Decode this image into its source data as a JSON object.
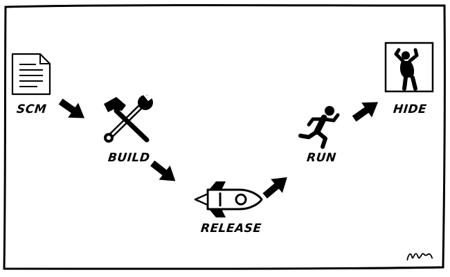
{
  "diagram": {
    "stages": [
      {
        "id": "scm",
        "label": "SCM",
        "icon": "document-icon"
      },
      {
        "id": "build",
        "label": "BUILD",
        "icon": "tools-icon"
      },
      {
        "id": "release",
        "label": "RELEASE",
        "icon": "rocket-icon"
      },
      {
        "id": "run",
        "label": "RUN",
        "icon": "runner-icon"
      },
      {
        "id": "hide",
        "label": "HIDE",
        "icon": "hide-person-icon"
      }
    ],
    "arrows": [
      {
        "from": "scm",
        "to": "build"
      },
      {
        "from": "build",
        "to": "release"
      },
      {
        "from": "release",
        "to": "run"
      },
      {
        "from": "run",
        "to": "hide"
      }
    ],
    "signature": "signature-mark"
  },
  "colors": {
    "ink": "#000000",
    "paper": "#ffffff"
  }
}
